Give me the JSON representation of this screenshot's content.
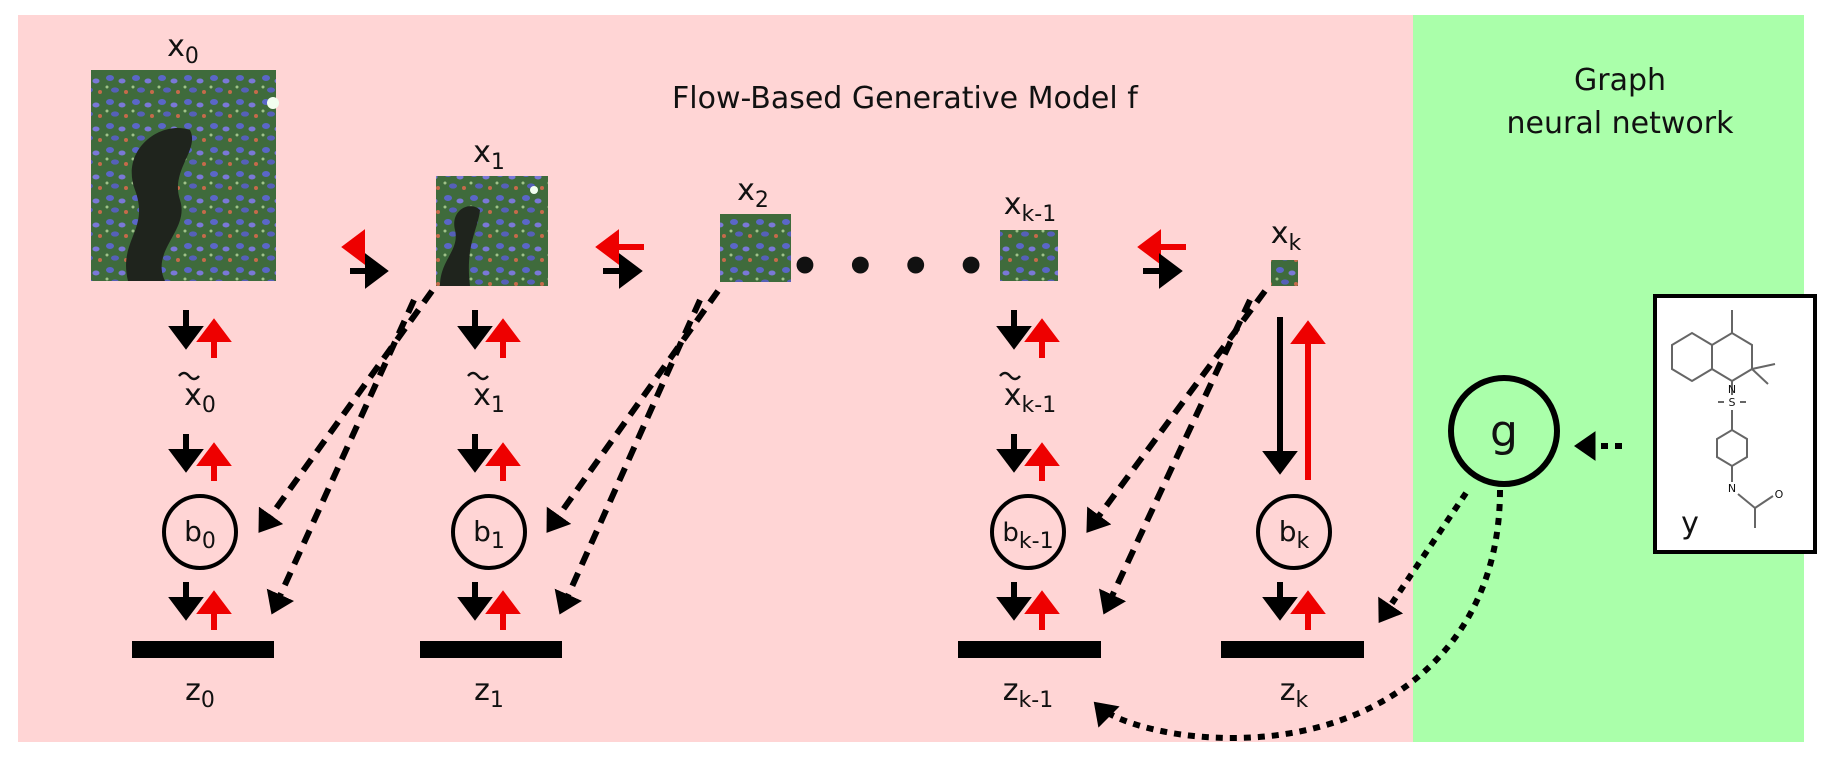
{
  "title": "Flow-Based Generative Model f",
  "gnn_title_line1": "Graph",
  "gnn_title_line2": "neural network",
  "colors": {
    "flow_bg": "#ffd5d5",
    "gnn_bg": "#aaffaa",
    "forward_arrow": "#000000",
    "inverse_arrow": "#ee0000"
  },
  "images": {
    "x0": {
      "base": "x",
      "sub": "0"
    },
    "x1": {
      "base": "x",
      "sub": "1"
    },
    "x2": {
      "base": "x",
      "sub": "2"
    },
    "xkm1": {
      "base": "x",
      "sub": "k-1"
    },
    "xk": {
      "base": "x",
      "sub": "k"
    }
  },
  "ellipsis": "• • • •",
  "squeezed": {
    "x0t": {
      "base": "x",
      "sub": "0"
    },
    "x1t": {
      "base": "x",
      "sub": "1"
    },
    "xkm1t": {
      "base": "x",
      "sub": "k-1"
    }
  },
  "bijections": {
    "b0": {
      "base": "b",
      "sub": "0"
    },
    "b1": {
      "base": "b",
      "sub": "1"
    },
    "bkm1": {
      "base": "b",
      "sub": "k-1"
    },
    "bk": {
      "base": "b",
      "sub": "k"
    }
  },
  "latents": {
    "z0": {
      "base": "z",
      "sub": "0"
    },
    "z1": {
      "base": "z",
      "sub": "1"
    },
    "zkm1": {
      "base": "z",
      "sub": "k-1"
    },
    "zk": {
      "base": "z",
      "sub": "k"
    }
  },
  "gnn_node": "g",
  "molecule_label": "y",
  "molecule_atoms": {
    "N": "N",
    "S": "S",
    "O": "O"
  }
}
